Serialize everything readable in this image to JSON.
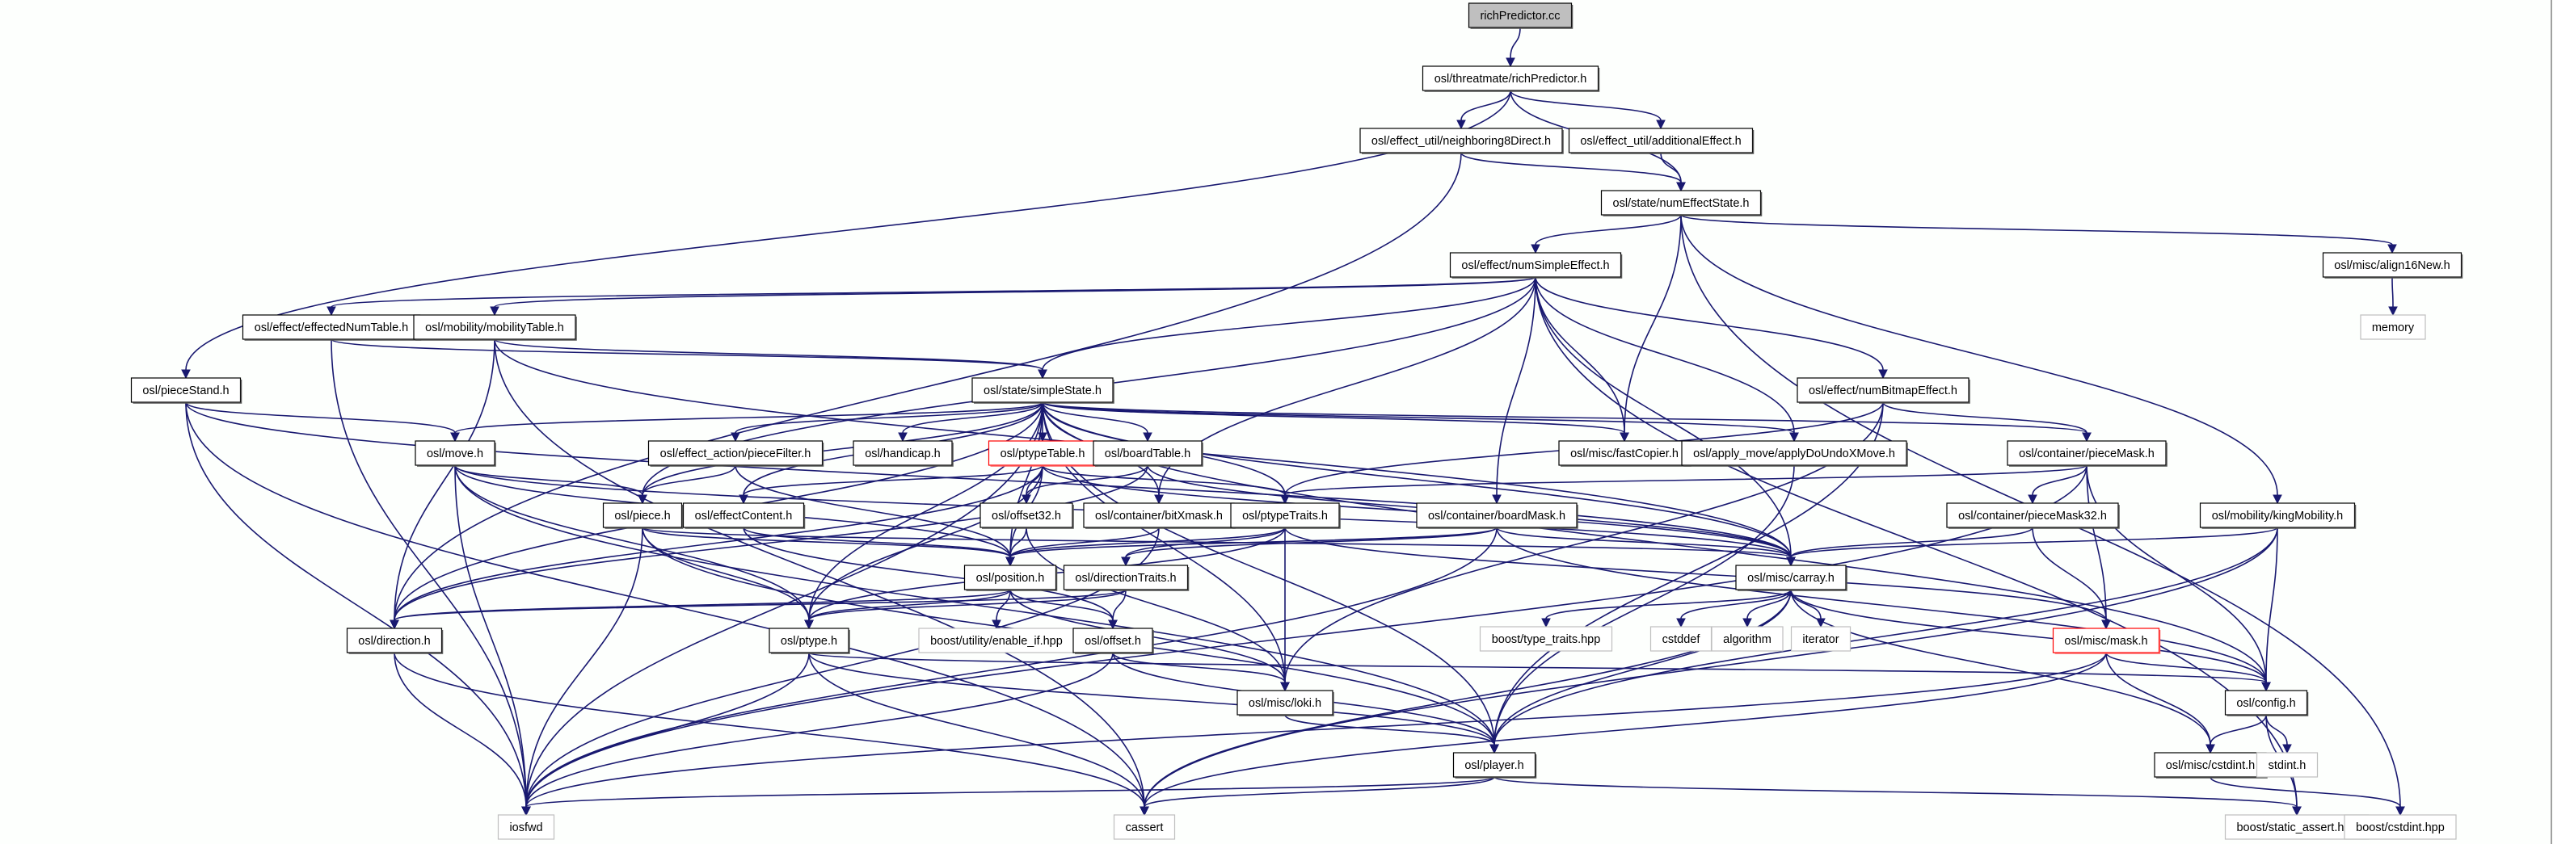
{
  "diagram": {
    "title": "richPredictor.cc",
    "type": "include-dependency-graph",
    "colors": {
      "edge": "#191970",
      "root_fill": "#bfbfbf",
      "node_fill": "#ffffff",
      "node_border": "#000000",
      "external_border": "#bfbfbf",
      "truncated_border": "#ff0000",
      "background": "#fdfffd"
    },
    "nodes": [
      {
        "id": "root",
        "label": "richPredictor.cc",
        "kind": "root"
      },
      {
        "id": "richPredictor",
        "label": "osl/threatmate/richPredictor.h",
        "kind": "internal"
      },
      {
        "id": "neighboring8",
        "label": "osl/effect_util/neighboring8Direct.h",
        "kind": "internal"
      },
      {
        "id": "additionalEffect",
        "label": "osl/effect_util/additionalEffect.h",
        "kind": "internal"
      },
      {
        "id": "numEffectState",
        "label": "osl/state/numEffectState.h",
        "kind": "internal"
      },
      {
        "id": "numSimpleEffect",
        "label": "osl/effect/numSimpleEffect.h",
        "kind": "internal"
      },
      {
        "id": "align16New",
        "label": "osl/misc/align16New.h",
        "kind": "internal"
      },
      {
        "id": "memory",
        "label": "memory",
        "kind": "external"
      },
      {
        "id": "effectedNumTable",
        "label": "osl/effect/effectedNumTable.h",
        "kind": "internal"
      },
      {
        "id": "mobilityTable",
        "label": "osl/mobility/mobilityTable.h",
        "kind": "internal"
      },
      {
        "id": "pieceStand",
        "label": "osl/pieceStand.h",
        "kind": "internal"
      },
      {
        "id": "simpleState",
        "label": "osl/state/simpleState.h",
        "kind": "internal"
      },
      {
        "id": "numBitmapEffect",
        "label": "osl/effect/numBitmapEffect.h",
        "kind": "internal"
      },
      {
        "id": "move",
        "label": "osl/move.h",
        "kind": "internal"
      },
      {
        "id": "pieceFilter",
        "label": "osl/effect_action/pieceFilter.h",
        "kind": "internal"
      },
      {
        "id": "handicap",
        "label": "osl/handicap.h",
        "kind": "internal"
      },
      {
        "id": "ptypeTable",
        "label": "osl/ptypeTable.h",
        "kind": "truncated"
      },
      {
        "id": "boardTable",
        "label": "osl/boardTable.h",
        "kind": "internal"
      },
      {
        "id": "fastCopier",
        "label": "osl/misc/fastCopier.h",
        "kind": "internal"
      },
      {
        "id": "applyDoUndo",
        "label": "osl/apply_move/applyDoUndoXMove.h",
        "kind": "internal"
      },
      {
        "id": "pieceMask",
        "label": "osl/container/pieceMask.h",
        "kind": "internal"
      },
      {
        "id": "piece",
        "label": "osl/piece.h",
        "kind": "internal"
      },
      {
        "id": "effectContent",
        "label": "osl/effectContent.h",
        "kind": "internal"
      },
      {
        "id": "offset32",
        "label": "osl/offset32.h",
        "kind": "internal"
      },
      {
        "id": "bitXmask",
        "label": "osl/container/bitXmask.h",
        "kind": "internal"
      },
      {
        "id": "ptypeTraits",
        "label": "osl/ptypeTraits.h",
        "kind": "internal"
      },
      {
        "id": "boardMask",
        "label": "osl/container/boardMask.h",
        "kind": "internal"
      },
      {
        "id": "pieceMask32",
        "label": "osl/container/pieceMask32.h",
        "kind": "internal"
      },
      {
        "id": "kingMobility",
        "label": "osl/mobility/kingMobility.h",
        "kind": "internal"
      },
      {
        "id": "position",
        "label": "osl/position.h",
        "kind": "internal"
      },
      {
        "id": "directionTraits",
        "label": "osl/directionTraits.h",
        "kind": "internal"
      },
      {
        "id": "carray",
        "label": "osl/misc/carray.h",
        "kind": "internal"
      },
      {
        "id": "direction",
        "label": "osl/direction.h",
        "kind": "internal"
      },
      {
        "id": "ptype",
        "label": "osl/ptype.h",
        "kind": "internal"
      },
      {
        "id": "enableIf",
        "label": "boost/utility/enable_if.hpp",
        "kind": "external"
      },
      {
        "id": "offset",
        "label": "osl/offset.h",
        "kind": "internal"
      },
      {
        "id": "typeTraits",
        "label": "boost/type_traits.hpp",
        "kind": "external"
      },
      {
        "id": "cstddef",
        "label": "cstddef",
        "kind": "external"
      },
      {
        "id": "algorithm",
        "label": "algorithm",
        "kind": "external"
      },
      {
        "id": "iterator",
        "label": "iterator",
        "kind": "external"
      },
      {
        "id": "mask",
        "label": "osl/misc/mask.h",
        "kind": "truncated"
      },
      {
        "id": "loki",
        "label": "osl/misc/loki.h",
        "kind": "internal"
      },
      {
        "id": "config",
        "label": "osl/config.h",
        "kind": "internal"
      },
      {
        "id": "player",
        "label": "osl/player.h",
        "kind": "internal"
      },
      {
        "id": "cstdint",
        "label": "osl/misc/cstdint.h",
        "kind": "internal"
      },
      {
        "id": "stdinth",
        "label": "stdint.h",
        "kind": "external"
      },
      {
        "id": "iosfwd",
        "label": "iosfwd",
        "kind": "external"
      },
      {
        "id": "cassert",
        "label": "cassert",
        "kind": "external"
      },
      {
        "id": "staticAssert",
        "label": "boost/static_assert.hpp",
        "kind": "external"
      },
      {
        "id": "boostCstdint",
        "label": "boost/cstdint.hpp",
        "kind": "external"
      }
    ],
    "edges": [
      [
        "root",
        "richPredictor"
      ],
      [
        "richPredictor",
        "neighboring8"
      ],
      [
        "richPredictor",
        "additionalEffect"
      ],
      [
        "richPredictor",
        "numEffectState"
      ],
      [
        "richPredictor",
        "pieceStand"
      ],
      [
        "neighboring8",
        "numEffectState"
      ],
      [
        "neighboring8",
        "direction"
      ],
      [
        "additionalEffect",
        "numEffectState"
      ],
      [
        "numEffectState",
        "numSimpleEffect"
      ],
      [
        "numEffectState",
        "align16New"
      ],
      [
        "numEffectState",
        "fastCopier"
      ],
      [
        "numEffectState",
        "kingMobility"
      ],
      [
        "numEffectState",
        "boostCstdint"
      ],
      [
        "align16New",
        "memory"
      ],
      [
        "numSimpleEffect",
        "effectedNumTable"
      ],
      [
        "numSimpleEffect",
        "mobilityTable"
      ],
      [
        "numSimpleEffect",
        "simpleState"
      ],
      [
        "numSimpleEffect",
        "numBitmapEffect"
      ],
      [
        "numSimpleEffect",
        "fastCopier"
      ],
      [
        "numSimpleEffect",
        "applyDoUndo"
      ],
      [
        "numSimpleEffect",
        "boardMask"
      ],
      [
        "numSimpleEffect",
        "bitXmask"
      ],
      [
        "numSimpleEffect",
        "piece"
      ],
      [
        "numSimpleEffect",
        "carray"
      ],
      [
        "numSimpleEffect",
        "staticAssert"
      ],
      [
        "effectedNumTable",
        "simpleState"
      ],
      [
        "effectedNumTable",
        "iosfwd"
      ],
      [
        "mobilityTable",
        "simpleState"
      ],
      [
        "mobilityTable",
        "direction"
      ],
      [
        "mobilityTable",
        "carray"
      ],
      [
        "mobilityTable",
        "cassert"
      ],
      [
        "pieceStand",
        "move"
      ],
      [
        "pieceStand",
        "iosfwd"
      ],
      [
        "pieceStand",
        "cassert"
      ],
      [
        "pieceStand",
        "carray"
      ],
      [
        "simpleState",
        "move"
      ],
      [
        "simpleState",
        "pieceFilter"
      ],
      [
        "simpleState",
        "handicap"
      ],
      [
        "simpleState",
        "ptypeTable"
      ],
      [
        "simpleState",
        "boardTable"
      ],
      [
        "simpleState",
        "fastCopier"
      ],
      [
        "simpleState",
        "applyDoUndo"
      ],
      [
        "simpleState",
        "pieceMask"
      ],
      [
        "simpleState",
        "piece"
      ],
      [
        "simpleState",
        "effectContent"
      ],
      [
        "simpleState",
        "bitXmask"
      ],
      [
        "simpleState",
        "ptypeTraits"
      ],
      [
        "simpleState",
        "position"
      ],
      [
        "simpleState",
        "direction"
      ],
      [
        "simpleState",
        "ptype"
      ],
      [
        "simpleState",
        "loki"
      ],
      [
        "simpleState",
        "carray"
      ],
      [
        "simpleState",
        "player"
      ],
      [
        "simpleState",
        "iosfwd"
      ],
      [
        "simpleState",
        "config"
      ],
      [
        "numBitmapEffect",
        "pieceMask"
      ],
      [
        "numBitmapEffect",
        "ptypeTraits"
      ],
      [
        "numBitmapEffect",
        "loki"
      ],
      [
        "numBitmapEffect",
        "player"
      ],
      [
        "move",
        "piece"
      ],
      [
        "move",
        "position"
      ],
      [
        "move",
        "ptype"
      ],
      [
        "move",
        "player"
      ],
      [
        "move",
        "iosfwd"
      ],
      [
        "move",
        "carray"
      ],
      [
        "pieceFilter",
        "piece"
      ],
      [
        "pieceFilter",
        "position"
      ],
      [
        "ptypeTable",
        "offset32"
      ],
      [
        "ptypeTable",
        "effectContent"
      ],
      [
        "ptypeTable",
        "ptypeTraits"
      ],
      [
        "ptypeTable",
        "position"
      ],
      [
        "ptypeTable",
        "ptype"
      ],
      [
        "ptypeTable",
        "direction"
      ],
      [
        "ptypeTable",
        "carray"
      ],
      [
        "boardTable",
        "offset32"
      ],
      [
        "boardTable",
        "direction"
      ],
      [
        "boardTable",
        "carray"
      ],
      [
        "applyDoUndo",
        "player"
      ],
      [
        "pieceMask",
        "pieceMask32"
      ],
      [
        "pieceMask",
        "mask"
      ],
      [
        "pieceMask",
        "config"
      ],
      [
        "pieceMask",
        "ptypeTraits"
      ],
      [
        "pieceMask",
        "iosfwd"
      ],
      [
        "piece",
        "position"
      ],
      [
        "piece",
        "ptype"
      ],
      [
        "piece",
        "player"
      ],
      [
        "piece",
        "iosfwd"
      ],
      [
        "piece",
        "carray"
      ],
      [
        "effectContent",
        "position"
      ],
      [
        "effectContent",
        "offset"
      ],
      [
        "offset32",
        "position"
      ],
      [
        "offset32",
        "loki"
      ],
      [
        "bitXmask",
        "position"
      ],
      [
        "bitXmask",
        "iosfwd"
      ],
      [
        "ptypeTraits",
        "ptype"
      ],
      [
        "ptypeTraits",
        "directionTraits"
      ],
      [
        "ptypeTraits",
        "position"
      ],
      [
        "ptypeTraits",
        "loki"
      ],
      [
        "ptypeTraits",
        "mask"
      ],
      [
        "boardMask",
        "position"
      ],
      [
        "boardMask",
        "carray"
      ],
      [
        "boardMask",
        "directionTraits"
      ],
      [
        "boardMask",
        "config"
      ],
      [
        "boardMask",
        "iosfwd"
      ],
      [
        "pieceMask32",
        "carray"
      ],
      [
        "pieceMask32",
        "mask"
      ],
      [
        "kingMobility",
        "carray"
      ],
      [
        "kingMobility",
        "config"
      ],
      [
        "kingMobility",
        "player"
      ],
      [
        "kingMobility",
        "cassert"
      ],
      [
        "position",
        "enableIf"
      ],
      [
        "position",
        "offset"
      ],
      [
        "position",
        "ptype"
      ],
      [
        "position",
        "direction"
      ],
      [
        "position",
        "loki"
      ],
      [
        "directionTraits",
        "offset"
      ],
      [
        "directionTraits",
        "direction"
      ],
      [
        "directionTraits",
        "ptype"
      ],
      [
        "carray",
        "typeTraits"
      ],
      [
        "carray",
        "cstddef"
      ],
      [
        "carray",
        "algorithm"
      ],
      [
        "carray",
        "iterator"
      ],
      [
        "carray",
        "player"
      ],
      [
        "carray",
        "cassert"
      ],
      [
        "carray",
        "cstdint"
      ],
      [
        "carray",
        "config"
      ],
      [
        "direction",
        "iosfwd"
      ],
      [
        "direction",
        "cassert"
      ],
      [
        "ptype",
        "player"
      ],
      [
        "ptype",
        "iosfwd"
      ],
      [
        "ptype",
        "cassert"
      ],
      [
        "ptype",
        "config"
      ],
      [
        "offset",
        "loki"
      ],
      [
        "offset",
        "player"
      ],
      [
        "offset",
        "iosfwd"
      ],
      [
        "mask",
        "config"
      ],
      [
        "mask",
        "cstdint"
      ],
      [
        "mask",
        "cassert"
      ],
      [
        "mask",
        "iosfwd"
      ],
      [
        "loki",
        "player"
      ],
      [
        "config",
        "cstdint"
      ],
      [
        "config",
        "stdinth"
      ],
      [
        "config",
        "staticAssert"
      ],
      [
        "cstdint",
        "boostCstdint"
      ],
      [
        "player",
        "iosfwd"
      ],
      [
        "player",
        "cassert"
      ],
      [
        "player",
        "staticAssert"
      ]
    ]
  }
}
